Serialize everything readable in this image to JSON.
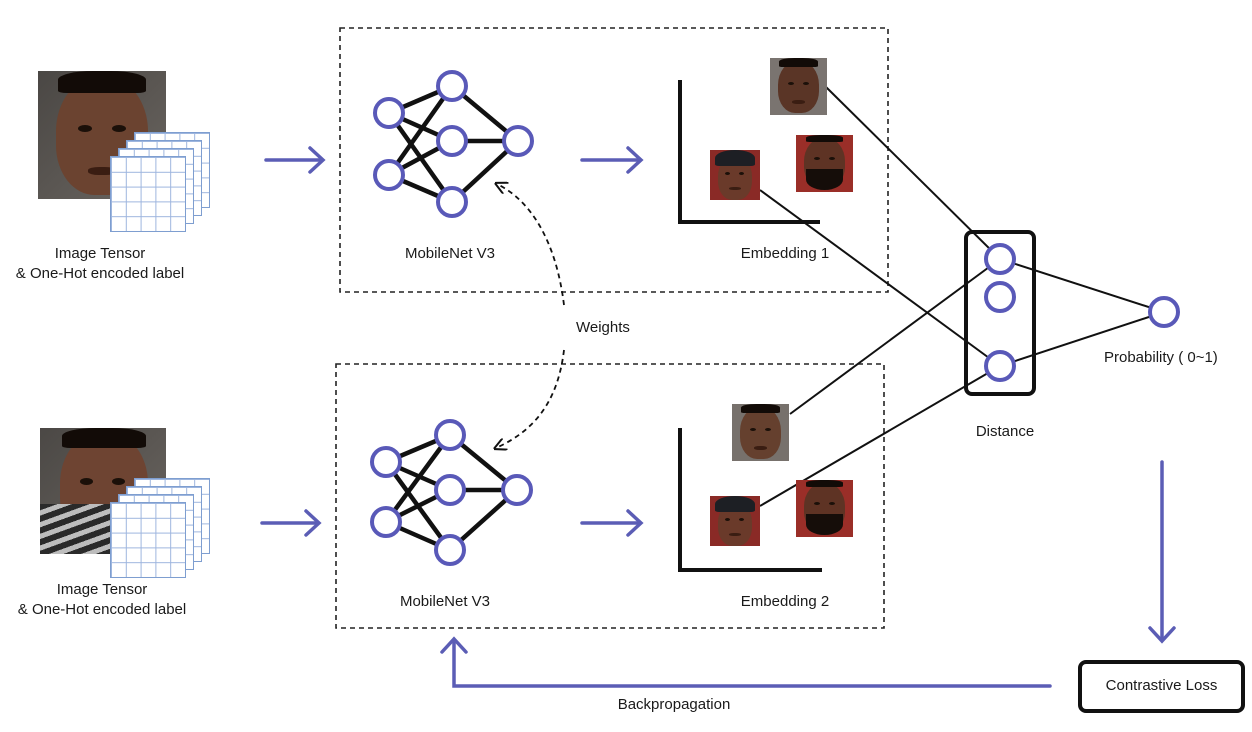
{
  "colors": {
    "node_stroke": "#5959b8",
    "arrow": "#5b5db5",
    "line": "#111111",
    "grid_stroke": "#7e9ed0"
  },
  "inputs": [
    {
      "label_line1": "Image Tensor",
      "label_line2": "& One-Hot encoded label"
    },
    {
      "label_line1": "Image Tensor",
      "label_line2": "& One-Hot encoded label"
    }
  ],
  "networks": [
    {
      "label": "MobileNet V3"
    },
    {
      "label": "MobileNet V3"
    }
  ],
  "embeddings": [
    {
      "label": "Embedding 1"
    },
    {
      "label": "Embedding 2"
    }
  ],
  "weights_label": "Weights",
  "distance_label": "Distance",
  "probability_label": "Probability ( 0~1)",
  "loss_label": "Contrastive Loss",
  "backprop_label": "Backpropagation"
}
